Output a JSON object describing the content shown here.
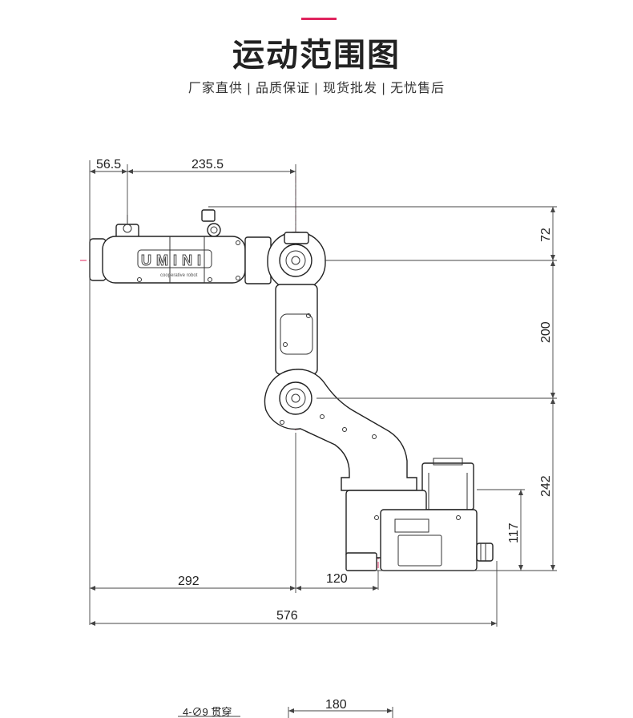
{
  "header": {
    "title": "运动范围图",
    "subtitle": "厂家直供 | 品质保证 | 现货批发 | 无忧售后",
    "accent_color": "#e0245e"
  },
  "drawing": {
    "logo_text": "UMINI",
    "logo_tagline": "cooperative robot",
    "dimensions": {
      "top_left_offset": "56.5",
      "top_reach": "235.5",
      "right_top": "72",
      "right_upper_arm": "200",
      "right_base_height": "242",
      "right_flange_height": "117",
      "bottom_reach": "292",
      "bottom_base": "120",
      "bottom_total": "576",
      "footer_width": "180"
    },
    "footer_note": "4-∅9 贯穿"
  }
}
